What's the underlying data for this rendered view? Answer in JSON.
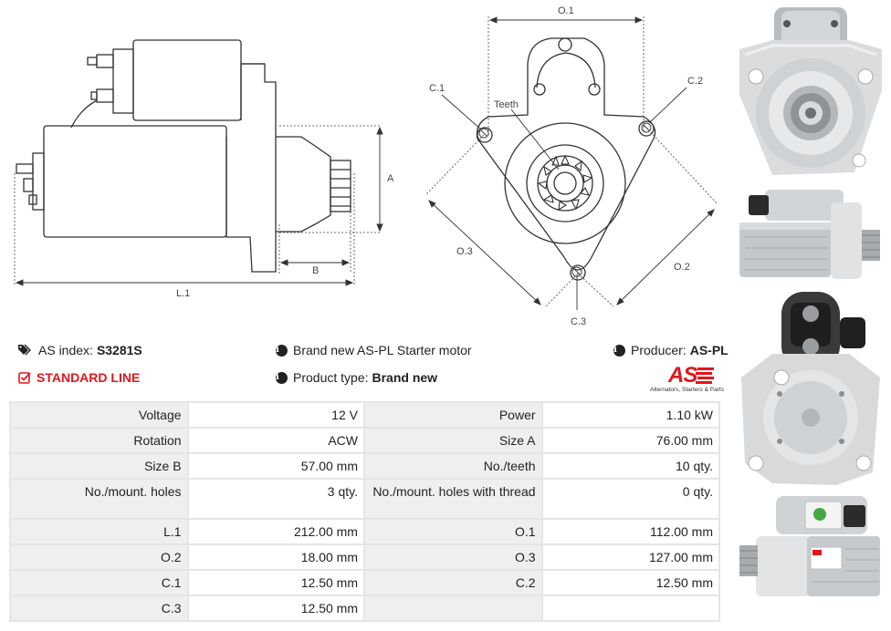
{
  "drawing": {
    "side_labels": {
      "a": "A",
      "b": "B",
      "l1": "L.1"
    },
    "front_labels": {
      "o1": "O.1",
      "o2": "O.2",
      "o3": "O.3",
      "c1": "C.1",
      "c2": "C.2",
      "c3": "C.3",
      "teeth": "Teeth"
    }
  },
  "info": {
    "as_index_label": "AS index:",
    "as_index_value": "S3281S",
    "standard_line": "STANDARD LINE",
    "description": "Brand new AS-PL Starter motor",
    "product_type_label": "Product type:",
    "product_type_value": "Brand new",
    "producer_label": "Producer:",
    "producer_value": "AS-PL"
  },
  "logo": {
    "text": "AS",
    "tagline": "Alternators, Starters & Parts"
  },
  "specs": [
    {
      "l1": "Voltage",
      "v1": "12 V",
      "l2": "Power",
      "v2": "1.10 kW"
    },
    {
      "l1": "Rotation",
      "v1": "ACW",
      "l2": "Size A",
      "v2": "76.00 mm"
    },
    {
      "l1": "Size B",
      "v1": "57.00 mm",
      "l2": "No./teeth",
      "v2": "10 qty."
    },
    {
      "l1": "No./mount. holes",
      "v1": "3 qty.",
      "l2": "No./mount. holes with thread",
      "v2": "0 qty."
    },
    {
      "l1": "L.1",
      "v1": "212.00 mm",
      "l2": "O.1",
      "v2": "112.00 mm"
    },
    {
      "l1": "O.2",
      "v1": "18.00 mm",
      "l2": "O.3",
      "v2": "127.00 mm"
    },
    {
      "l1": "C.1",
      "v1": "12.50 mm",
      "l2": "C.2",
      "v2": "12.50 mm"
    },
    {
      "l1": "C.3",
      "v1": "12.50 mm",
      "l2": "",
      "v2": ""
    }
  ],
  "colors": {
    "accent": "#e3161c",
    "label_bg": "#efefef",
    "border": "#e5e5e5"
  }
}
